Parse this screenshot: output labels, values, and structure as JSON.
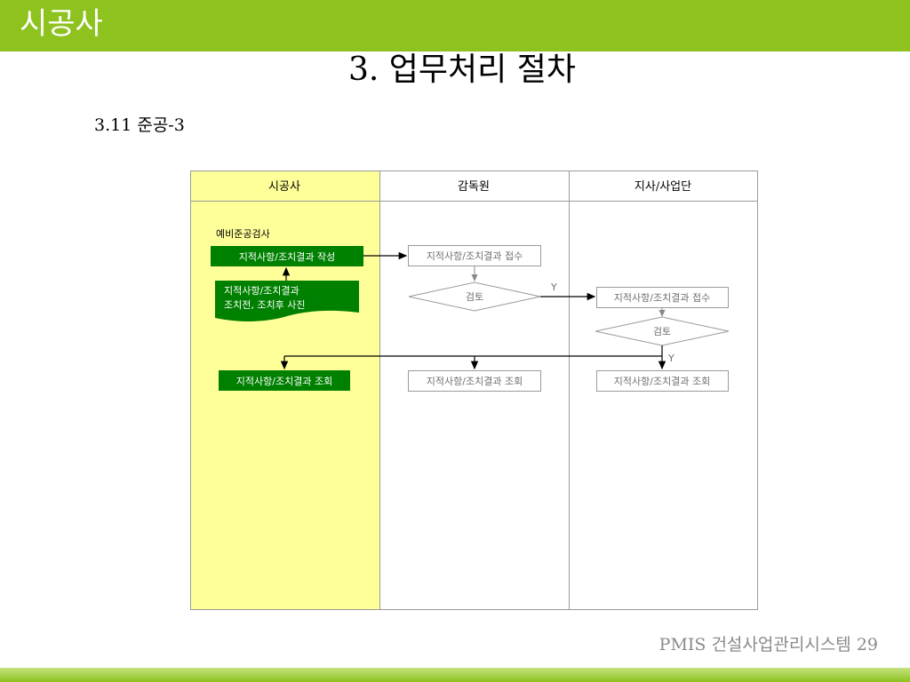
{
  "header": {
    "title": "시공사"
  },
  "page": {
    "title": "3. 업무처리 절차",
    "subtitle": "3.11 준공-3",
    "footer": "PMIS 건설사업관리시스템 29"
  },
  "lanes": [
    {
      "label": "시공사"
    },
    {
      "label": "감독원"
    },
    {
      "label": "지사/사업단"
    }
  ],
  "flow": {
    "stage_label": "예비준공검사",
    "contractor_write": "지적사항/조치결과 작성",
    "contractor_doc_line1": "지적사항/조치결과",
    "contractor_doc_line2": "조치전, 조치후 사진",
    "supervisor_receive": "지적사항/조치결과 접수",
    "supervisor_review": "검토",
    "supervisor_yes": "Y",
    "branch_receive": "지적사항/조치결과 접수",
    "branch_review": "검토",
    "branch_yes": "Y",
    "contractor_view": "지적사항/조치결과 조회",
    "supervisor_view": "지적사항/조치결과 조회",
    "branch_view": "지적사항/조치결과 조회"
  },
  "colors": {
    "brand_green": "#8dc21f",
    "lane_highlight": "#ffff9a",
    "process_green": "#008000",
    "grid_line": "#9a9a9a",
    "secondary_text": "#6f6f6f"
  }
}
